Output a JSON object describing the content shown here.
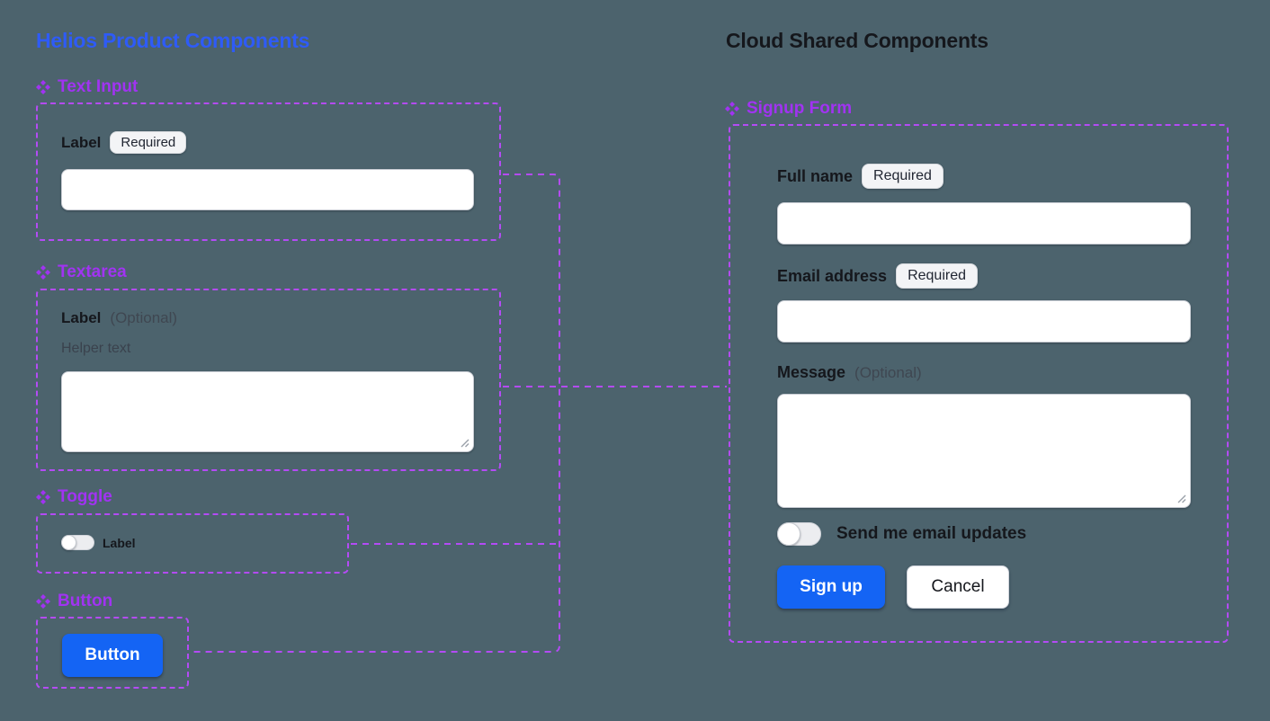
{
  "colors": {
    "background": "#4c636d",
    "helios_title_blue": "#2e5bf7",
    "component_purple": "#a133f2",
    "connector_purple": "#b44bf5",
    "primary_button_blue": "#1464f4",
    "text_dark": "#15171c",
    "muted_gray": "#3f4751"
  },
  "icons": {
    "component_icon": "four-diamonds-component-glyph"
  },
  "helios": {
    "title": "Helios Product Components",
    "text_input": {
      "header": "Text Input",
      "label": "Label",
      "badge": "Required",
      "value": ""
    },
    "textarea": {
      "header": "Textarea",
      "label": "Label",
      "optional": "(Optional)",
      "helper": "Helper text",
      "value": ""
    },
    "toggle": {
      "header": "Toggle",
      "label": "Label",
      "state": "off"
    },
    "button": {
      "header": "Button",
      "text": "Button"
    }
  },
  "cloud": {
    "title": "Cloud Shared Components",
    "signup": {
      "header": "Signup Form",
      "full_name": {
        "label": "Full name",
        "badge": "Required",
        "value": ""
      },
      "email": {
        "label": "Email address",
        "badge": "Required",
        "value": ""
      },
      "message": {
        "label": "Message",
        "optional": "(Optional)",
        "value": ""
      },
      "email_updates_label": "Send me email updates",
      "email_updates_state": "off",
      "signup_button": "Sign up",
      "cancel_button": "Cancel"
    }
  }
}
